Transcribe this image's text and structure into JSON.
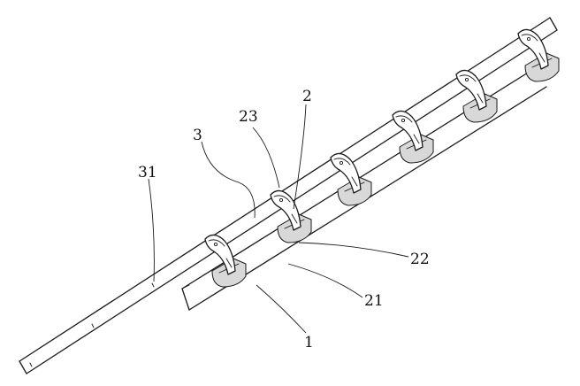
{
  "labels": {
    "l1": "1",
    "l2": "2",
    "l3": "3",
    "l21": "21",
    "l22": "22",
    "l23": "23",
    "l31": "31"
  }
}
